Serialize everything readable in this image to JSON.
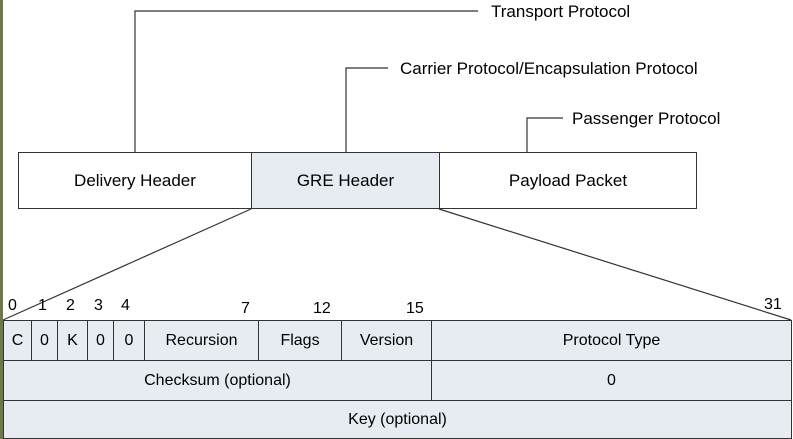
{
  "labels": {
    "transport": "Transport Protocol",
    "carrier": "Carrier Protocol/Encapsulation Protocol",
    "passenger": "Passenger Protocol"
  },
  "packet": {
    "delivery": "Delivery Header",
    "gre": "GRE Header",
    "payload": "Payload Packet"
  },
  "bit_numbers": [
    "0",
    "1",
    "2",
    "3",
    "4",
    "7",
    "12",
    "15",
    "31"
  ],
  "gre_header": {
    "row1": [
      "C",
      "0",
      "K",
      "0",
      "0",
      "Recursion",
      "Flags",
      "Version",
      "Protocol Type"
    ],
    "row2": [
      "Checksum (optional)",
      "0"
    ],
    "row3": [
      "Key (optional)"
    ]
  },
  "colors": {
    "shade": "#e6ecf2",
    "line": "#333333",
    "left_edge": "#6b7a48"
  }
}
